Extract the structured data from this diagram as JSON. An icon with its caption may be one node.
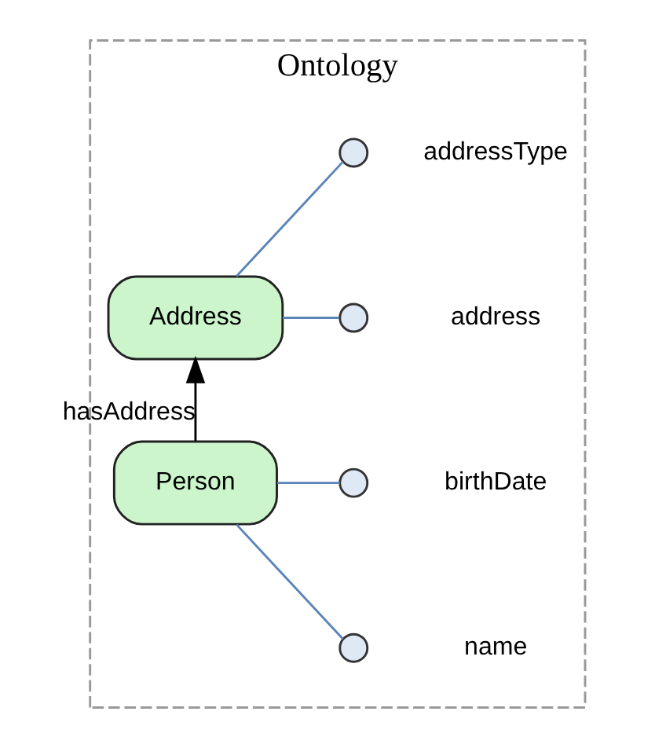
{
  "diagram": {
    "nodes": [
      {
        "text": [
          "Ontology"
        ]
      },
      {
        "text": [
          "Person"
        ],
        "in": 0
      },
      {
        "text": [],
        "shape": "circle",
        "beside": [
          "name"
        ],
        "in": 0
      },
      {
        "text": [],
        "shape": "circle",
        "beside": [
          "birthDate"
        ],
        "in": 0
      },
      {
        "text": [
          "Address"
        ],
        "in": 0
      },
      {
        "text": [],
        "shape": "circle",
        "beside": [
          "address"
        ],
        "in": 0
      },
      {
        "text": [],
        "shape": "circle",
        "beside": [
          "addressType"
        ],
        "in": 0
      }
    ],
    "edges": [
      {
        "from": 1,
        "to": 2,
        "arrow": "none"
      },
      {
        "from": 1,
        "to": 3,
        "arrow": "none"
      },
      {
        "from": 1,
        "to": 4,
        "arrow": "to",
        "label": "hasAddress",
        "color": "#000000"
      },
      {
        "from": 4,
        "to": 5,
        "arrow": "none"
      },
      {
        "from": 4,
        "to": 6,
        "arrow": "none"
      }
    ]
  }
}
